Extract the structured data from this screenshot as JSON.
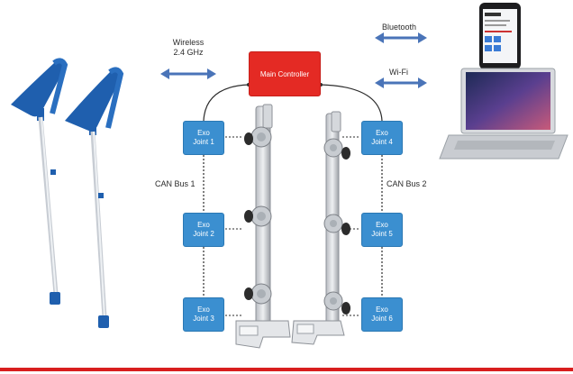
{
  "controller": {
    "label": "Main Controller"
  },
  "links": {
    "wireless": [
      "Wireless",
      "2.4 GHz"
    ],
    "bluetooth": "Bluetooth",
    "wifi": "Wi-Fi"
  },
  "buses": {
    "left": "CAN Bus 1",
    "right": "CAN Bus 2"
  },
  "joints": [
    {
      "line1": "Exo",
      "line2": "Joint 1"
    },
    {
      "line1": "Exo",
      "line2": "Joint 2"
    },
    {
      "line1": "Exo",
      "line2": "Joint 3"
    },
    {
      "line1": "Exo",
      "line2": "Joint 4"
    },
    {
      "line1": "Exo",
      "line2": "Joint 5"
    },
    {
      "line1": "Exo",
      "line2": "Joint 6"
    }
  ],
  "colors": {
    "controller": "#e42a24",
    "joint_box": "#3b8fd0",
    "arrow": "#4a74b8",
    "crutch": "#1f5fae",
    "footer": "#d81e1e"
  },
  "icons": [
    "crutch-icon",
    "exoskeleton-leg-icon",
    "smartphone-icon",
    "laptop-icon"
  ]
}
